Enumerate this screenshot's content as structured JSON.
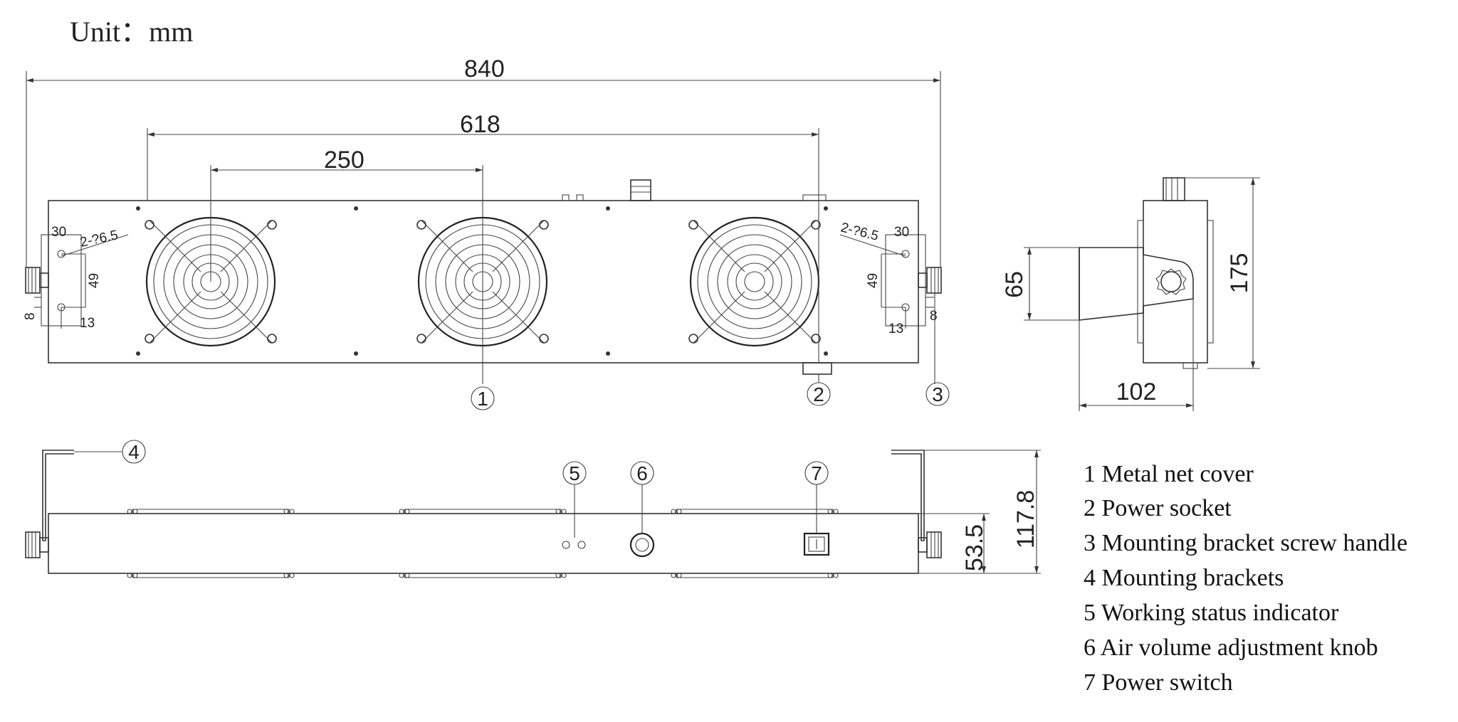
{
  "unit_label": "Unit：mm",
  "dimensions": {
    "overall_length": "840",
    "socket_span": "618",
    "fan_pitch": "250",
    "bracket_width": "30",
    "bracket_hole_spacing": "49",
    "bracket_edge_offset": "8",
    "bracket_hole_offset": "13",
    "mount_holes": "2-?6.5",
    "nozzle_height": "65",
    "side_height": "175",
    "side_depth": "102",
    "front_height": "117.8",
    "body_height": "53.5"
  },
  "callouts": [
    "1",
    "2",
    "3",
    "4",
    "5",
    "6",
    "7"
  ],
  "legend": [
    "1 Metal net cover",
    "2 Power socket",
    "3 Mounting bracket screw handle",
    "4 Mounting brackets",
    "5 Working status indicator",
    "6 Air volume adjustment knob",
    "7 Power switch"
  ]
}
